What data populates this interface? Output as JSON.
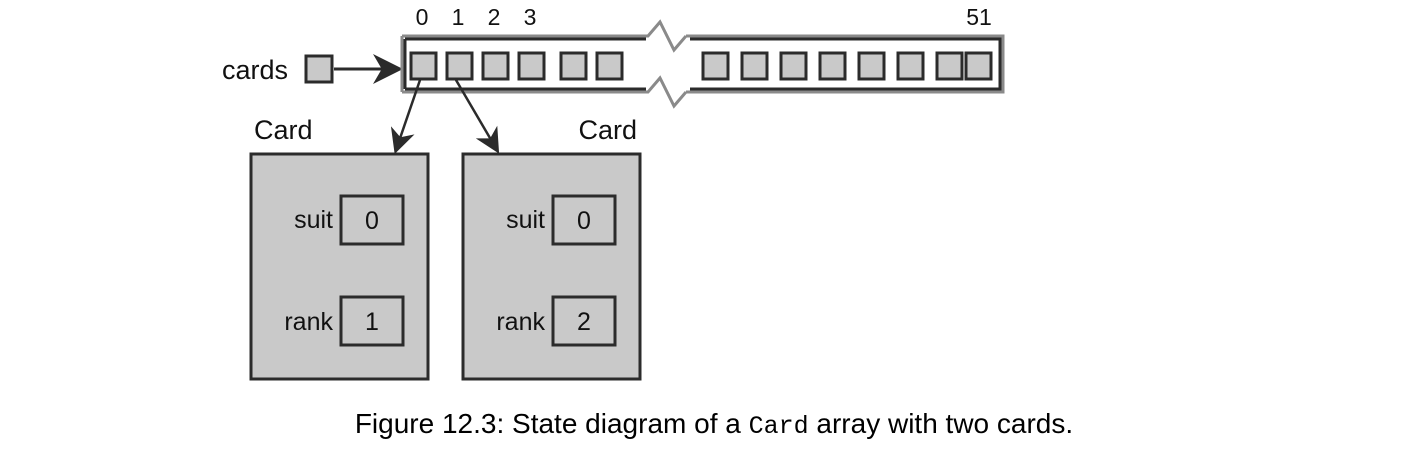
{
  "figure": {
    "caption_before": "Figure 12.3: State diagram of a ",
    "caption_code": "Card",
    "caption_after": " array with two cards."
  },
  "colors": {
    "cell_fill": "#c9c9c9",
    "box_fill": "#c9c9c9",
    "stroke_dark": "#2b2b2b",
    "stroke_mid": "#8a8a8a",
    "background": "#ffffff",
    "text": "#111111"
  },
  "variable": {
    "name": "cards",
    "pointer_box_label": "",
    "arrow": "points-right-to-array"
  },
  "array": {
    "type_name": "Card",
    "total_length": 52,
    "index_labels": [
      "0",
      "1",
      "2",
      "3"
    ],
    "last_index_label": "51",
    "left_cells": 6,
    "right_cells": 8,
    "break_style": "zigzag",
    "cells": [
      {
        "index": "0",
        "points_to": "card-0"
      },
      {
        "index": "1",
        "points_to": "card-1"
      },
      {
        "index": "2",
        "points_to": ""
      },
      {
        "index": "3",
        "points_to": ""
      },
      {
        "index": "4",
        "points_to": ""
      },
      {
        "index": "5",
        "points_to": ""
      },
      {
        "index": "44",
        "points_to": ""
      },
      {
        "index": "45",
        "points_to": ""
      },
      {
        "index": "46",
        "points_to": ""
      },
      {
        "index": "47",
        "points_to": ""
      },
      {
        "index": "48",
        "points_to": ""
      },
      {
        "index": "49",
        "points_to": ""
      },
      {
        "index": "50",
        "points_to": ""
      },
      {
        "index": "51",
        "points_to": ""
      }
    ]
  },
  "cards": [
    {
      "id": "card-0",
      "type_label": "Card",
      "type_label_align": "left",
      "fields": [
        {
          "name": "suit",
          "value": "0"
        },
        {
          "name": "rank",
          "value": "1"
        }
      ]
    },
    {
      "id": "card-1",
      "type_label": "Card",
      "type_label_align": "right",
      "fields": [
        {
          "name": "suit",
          "value": "0"
        },
        {
          "name": "rank",
          "value": "2"
        }
      ]
    }
  ]
}
